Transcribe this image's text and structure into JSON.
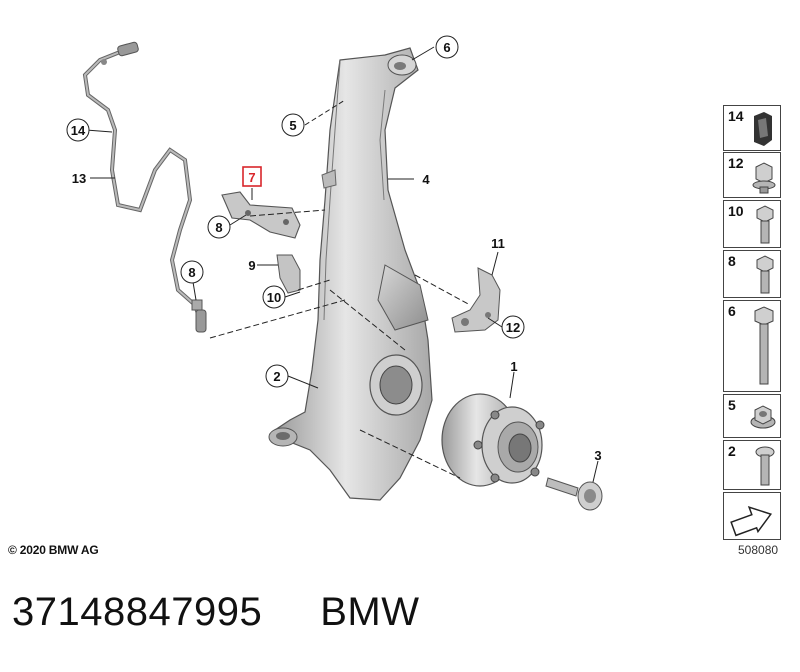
{
  "callouts": {
    "c1": "1",
    "c2": "2",
    "c3": "3",
    "c4": "4",
    "c5": "5",
    "c6": "6",
    "c7": "7",
    "c8a": "8",
    "c8b": "8",
    "c9": "9",
    "c10": "10",
    "c11": "11",
    "c12": "12",
    "c13": "13",
    "c14": "14"
  },
  "highlight_color": "#d9262b",
  "legend": [
    {
      "num": "14",
      "part": "clip"
    },
    {
      "num": "12",
      "part": "hex-flange-nut"
    },
    {
      "num": "10",
      "part": "bolt"
    },
    {
      "num": "8",
      "part": "bolt"
    },
    {
      "num": "6",
      "part": "long-bolt"
    },
    {
      "num": "5",
      "part": "hex-nut"
    },
    {
      "num": "2",
      "part": "torx-screw"
    }
  ],
  "copyright": "© 2020 BMW AG",
  "diagram_id": "508080",
  "footer": {
    "part_number": "37148847995",
    "brand": "BMW"
  }
}
